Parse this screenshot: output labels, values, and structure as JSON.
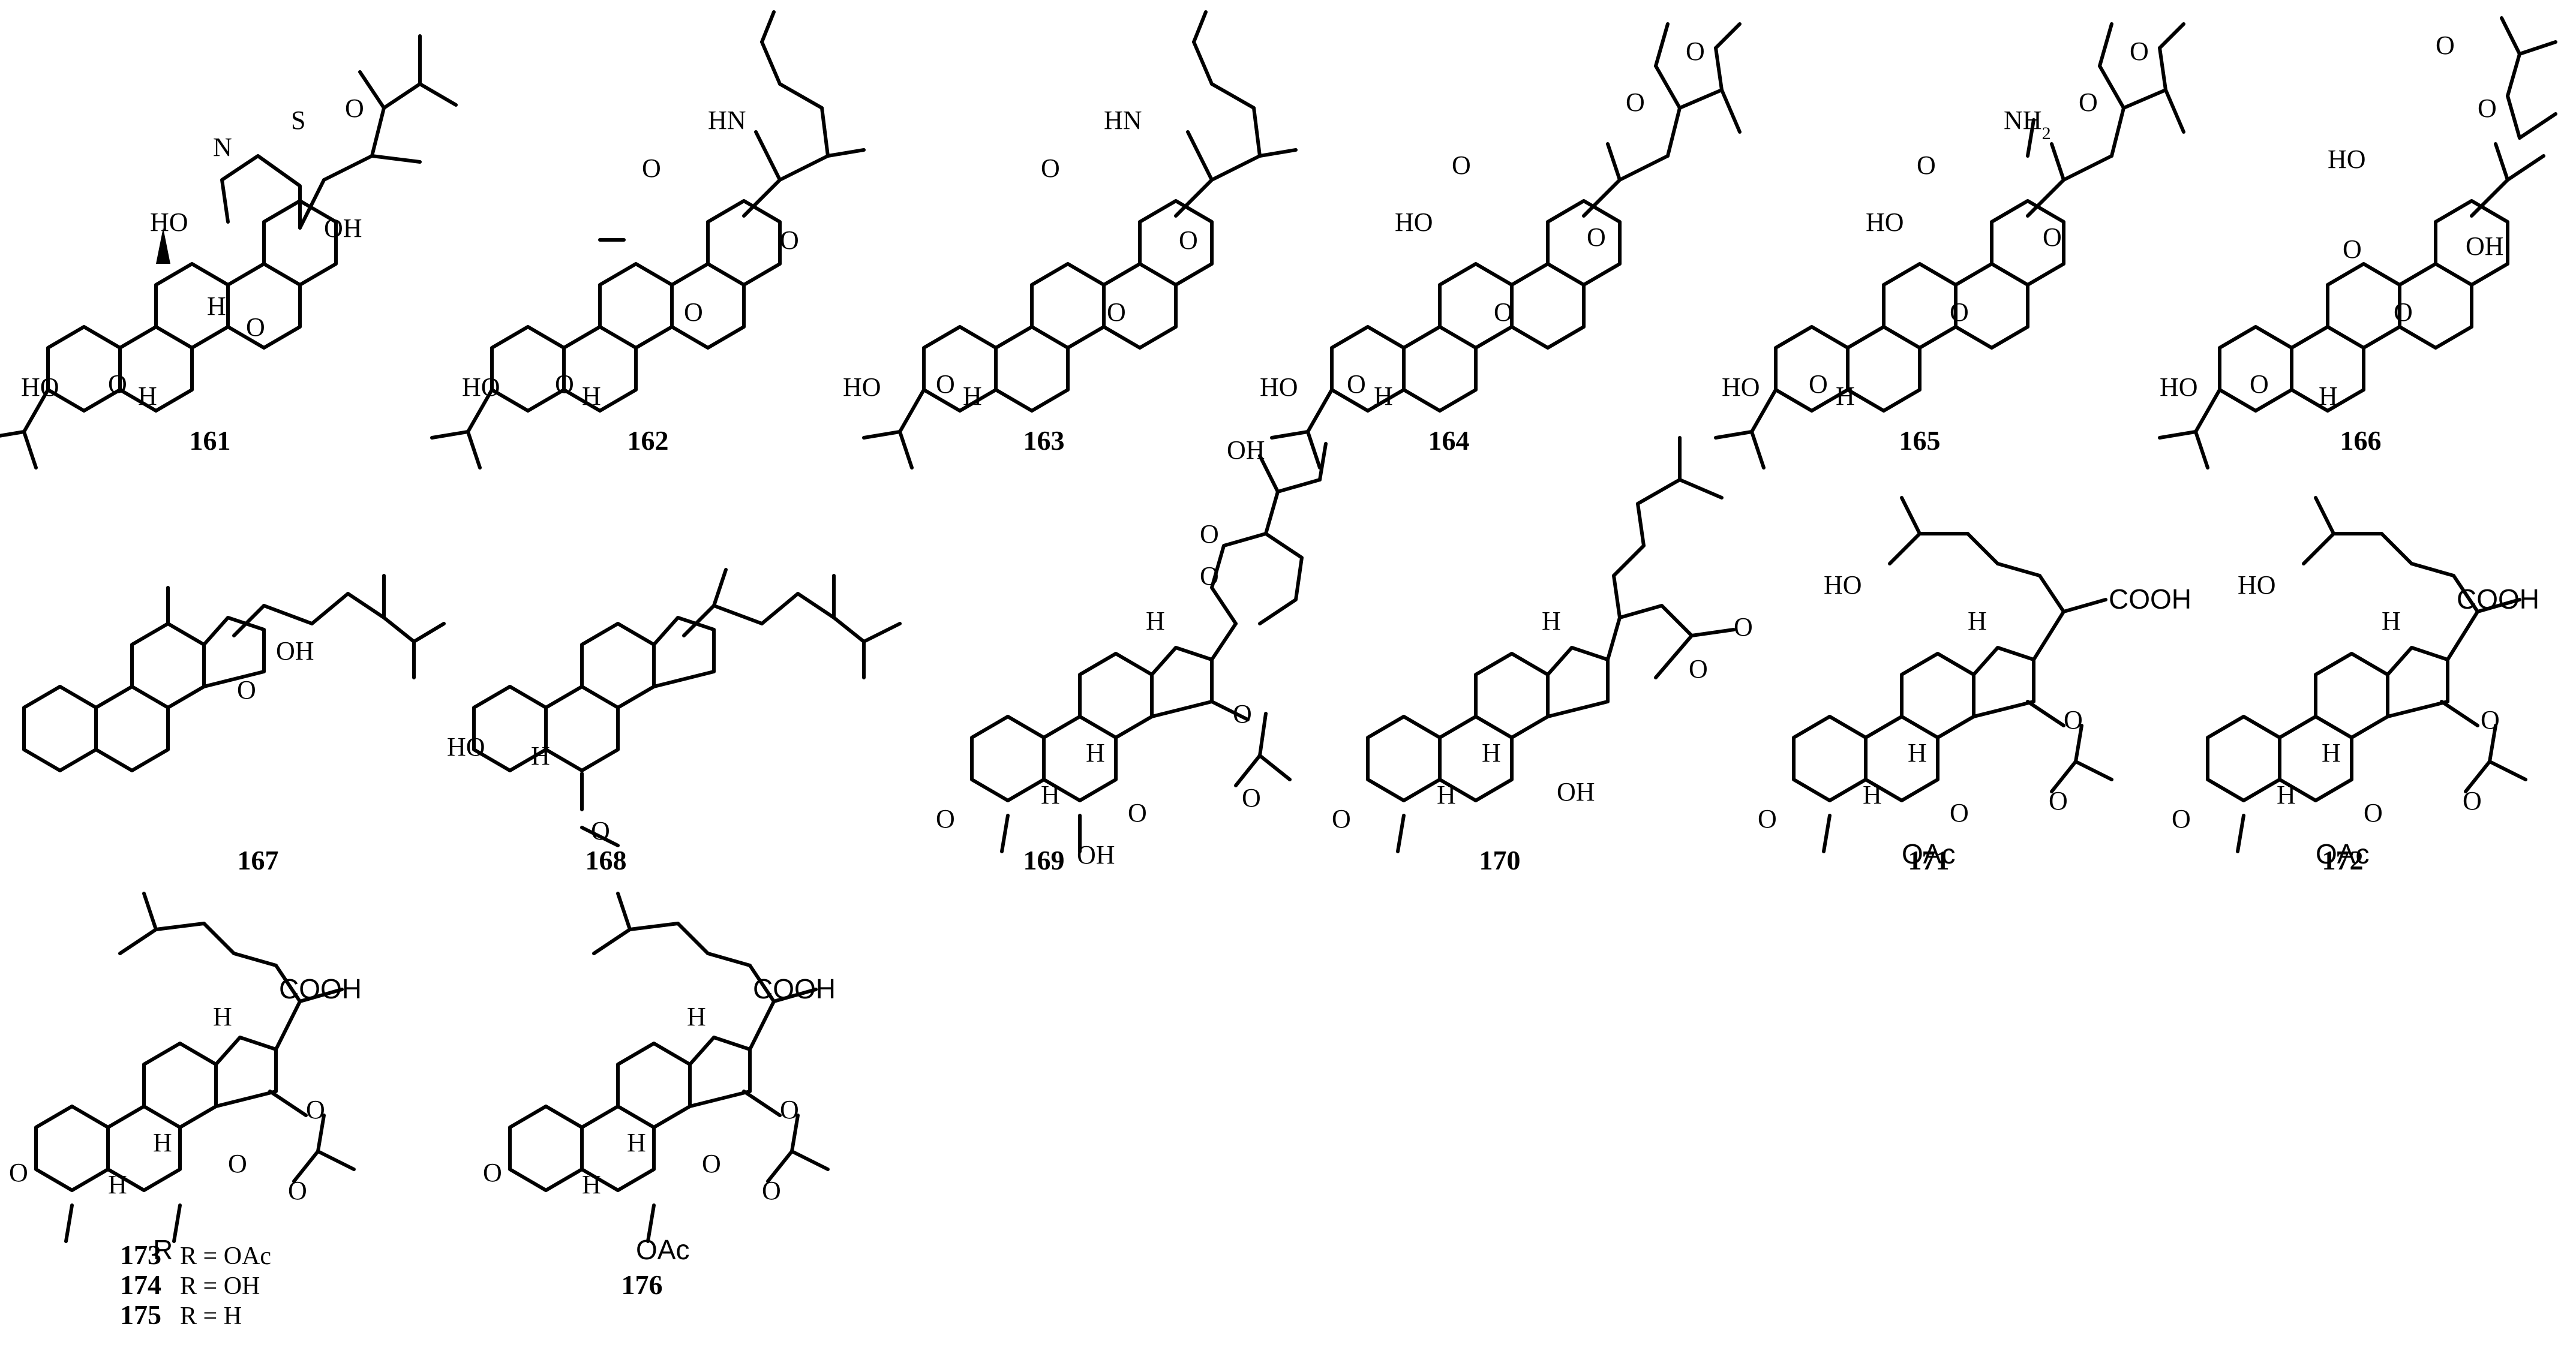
{
  "compounds": [
    {
      "id": "161"
    },
    {
      "id": "162"
    },
    {
      "id": "163"
    },
    {
      "id": "164"
    },
    {
      "id": "165"
    },
    {
      "id": "166"
    },
    {
      "id": "167"
    },
    {
      "id": "168"
    },
    {
      "id": "169"
    },
    {
      "id": "170"
    },
    {
      "id": "171"
    },
    {
      "id": "172"
    },
    {
      "id": "173",
      "suffix": " R = OAc"
    },
    {
      "id": "174",
      "suffix": " R = OH"
    },
    {
      "id": "175",
      "suffix": " R = H"
    },
    {
      "id": "176"
    }
  ],
  "atom_labels": {
    "oh": "OH",
    "ho": "HO",
    "o": "O",
    "h": "H",
    "s": "S",
    "n": "N",
    "hn": "HN",
    "nh2": "NH",
    "nh2_sub": "2",
    "oac": "OAc",
    "cooh": "COOH",
    "r": "R"
  }
}
